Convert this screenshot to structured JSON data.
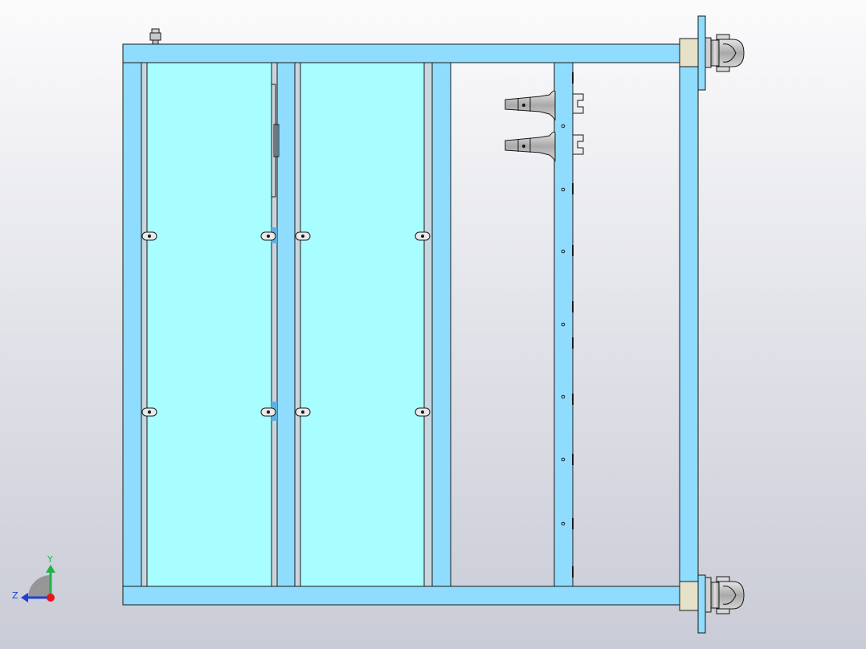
{
  "viewer": {
    "background_top": "#fbfbfc",
    "background_bottom": "#c9cbd6",
    "frame_color": "#8fdcff",
    "panel_color": "#a8fdff",
    "outline_color": "#1a1a1a",
    "metal_color": "#b9b9b9",
    "metal_light": "#dedede",
    "bracket_color": "#e6e2c8"
  },
  "triad": {
    "y_label": "Y",
    "z_label": "Z",
    "y_color": "#22b14c",
    "z_color": "#1f3fd6",
    "x_color": "#e8141c"
  },
  "model": {
    "view": "side",
    "casters": 2,
    "panels": 2,
    "nozzles": 2,
    "rail_holes": 7
  }
}
